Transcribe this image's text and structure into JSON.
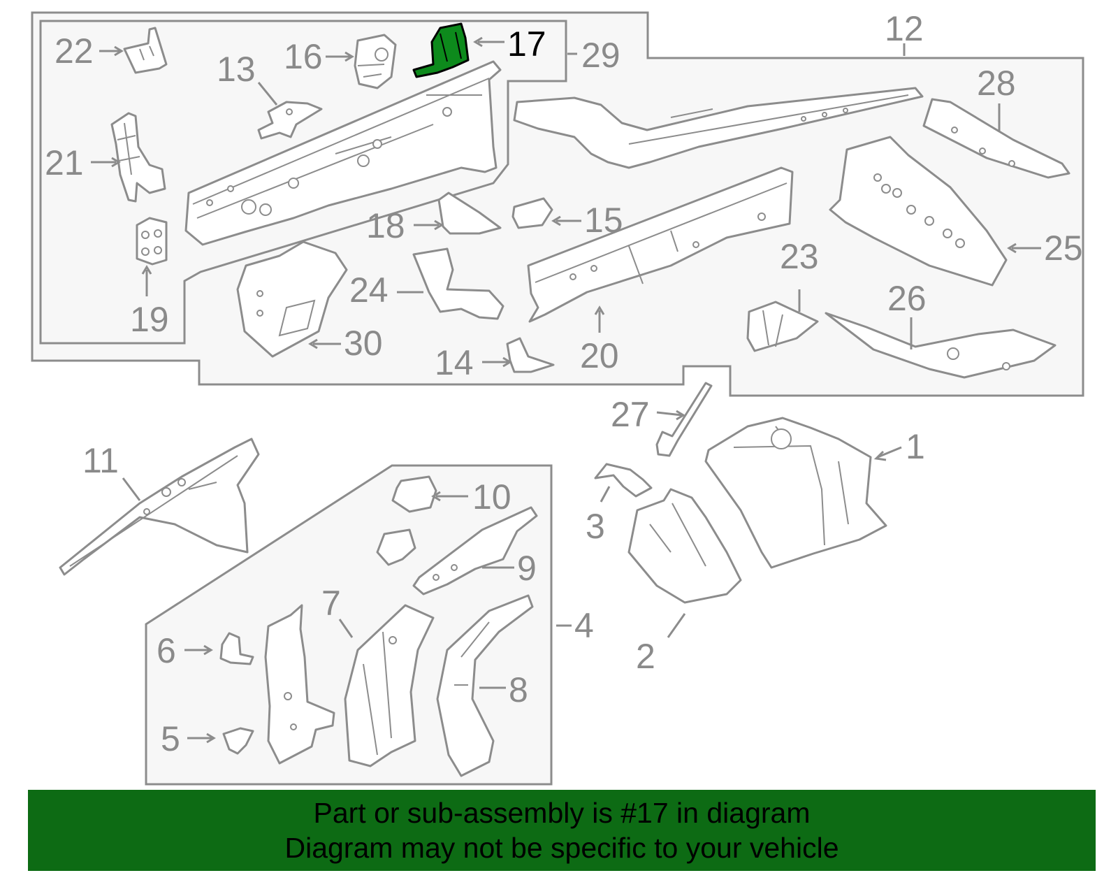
{
  "callouts": {
    "c1": "1",
    "c2": "2",
    "c3": "3",
    "c4": "4",
    "c5": "5",
    "c6": "6",
    "c7": "7",
    "c8": "8",
    "c9": "9",
    "c10": "10",
    "c11": "11",
    "c12": "12",
    "c13": "13",
    "c14": "14",
    "c15": "15",
    "c16": "16",
    "c17": "17",
    "c18": "18",
    "c19": "19",
    "c20": "20",
    "c21": "21",
    "c22": "22",
    "c23": "23",
    "c24": "24",
    "c25": "25",
    "c26": "26",
    "c27": "27",
    "c28": "28",
    "c29": "29",
    "c30": "30"
  },
  "highlight_part": "17",
  "highlight_color": "#0d8a1c",
  "banner": {
    "line1": "Part or sub-assembly is #17 in diagram",
    "line2": "Diagram may not be specific to your vehicle",
    "color": "#0d6b14"
  }
}
